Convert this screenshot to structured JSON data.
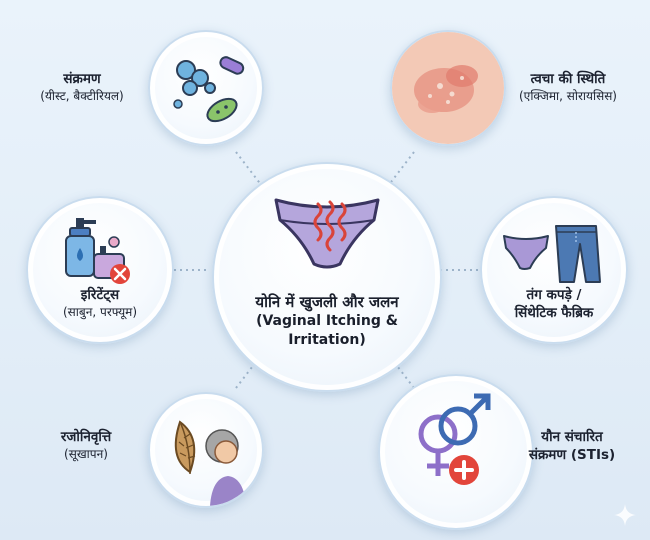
{
  "center": {
    "title_hi": "योनि में खुजली और जलन",
    "title_en": "(Vaginal Itching & Irritation)"
  },
  "causes": [
    {
      "id": "infection",
      "title": "संक्रमण",
      "subtitle": "(यीस्ट, बैक्टीरियल)",
      "icon": "microbes-icon"
    },
    {
      "id": "skin",
      "title": "त्वचा की स्थिति",
      "subtitle": "(एक्जिमा, सोरायसिस)",
      "icon": "skin-rash-icon"
    },
    {
      "id": "irritants",
      "title": "इरिटेंट्स",
      "subtitle": "(साबुन, परफ्यूम)",
      "icon": "soap-perfume-icon"
    },
    {
      "id": "clothing",
      "title": "तंग कपड़े /",
      "subtitle": "सिंथेटिक फैब्रिक",
      "icon": "underwear-jeans-icon"
    },
    {
      "id": "menopause",
      "title": "रजोनिवृत्ति",
      "subtitle": "(सूखापन)",
      "icon": "dry-leaf-woman-icon"
    },
    {
      "id": "sti",
      "title": "यौन संचारित",
      "subtitle": "संक्रमण (STIs)",
      "icon": "gender-medical-icon"
    }
  ],
  "colors": {
    "background": "#e6f0f9",
    "circle_border": "#c9dcee",
    "accent_purple": "#7b6bb5",
    "accent_red": "#d9443a",
    "accent_blue": "#3d6bb3"
  }
}
